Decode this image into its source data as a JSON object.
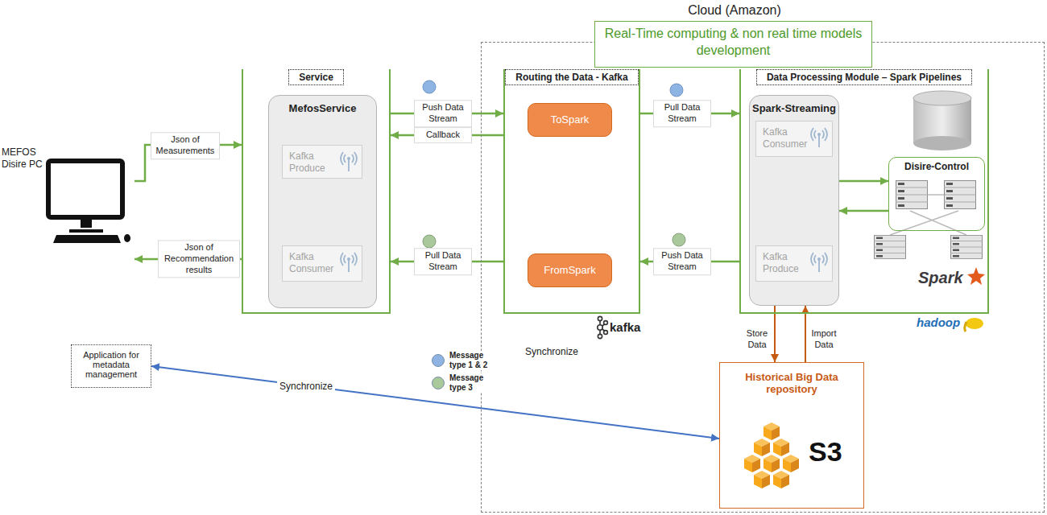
{
  "diagram": {
    "nodes": [
      {
        "text": [
          "MEFOS Disire PC"
        ]
      },
      {
        "text": [
          "Service"
        ]
      },
      {
        "text": [
          "MefosService"
        ],
        "in": 1
      },
      {
        "text": [
          "Kafka Produce"
        ],
        "in": 2
      },
      {
        "text": [
          "Kafka Consumer"
        ],
        "in": 2
      },
      {
        "text": [
          "Cloud (Amazon)"
        ]
      },
      {
        "text": [
          "Real-Time computing & non real time models development"
        ],
        "in": 5
      },
      {
        "text": [
          "Routing the Data - Kafka"
        ],
        "in": 5
      },
      {
        "text": [
          "ToSpark"
        ],
        "in": 7
      },
      {
        "text": [
          "FromSpark"
        ],
        "in": 7
      },
      {
        "text": [
          "Data Processing Module – Spark Pipelines"
        ],
        "in": 5
      },
      {
        "text": [
          "Spark-Streaming"
        ],
        "in": 10
      },
      {
        "text": [
          "Kafka Consumer"
        ],
        "in": 11
      },
      {
        "text": [
          "Kafka Produce"
        ],
        "in": 11
      },
      {
        "text": [
          "Disire-Control"
        ],
        "in": 10
      },
      {
        "text": [
          "Historical Big Data repository",
          "S3"
        ],
        "in": 5
      },
      {
        "text": [
          "Application for metadata management"
        ]
      }
    ],
    "edges": [
      {
        "from": 0,
        "to": 1,
        "label": "Json of Measurements",
        "arrow": "to"
      },
      {
        "from": 1,
        "to": 0,
        "label": "Json of Recommendation results",
        "arrow": "to"
      },
      {
        "from": 1,
        "to": 7,
        "label": "Push Data Stream",
        "arrow": "to"
      },
      {
        "from": 7,
        "to": 1,
        "label": "Callback",
        "arrow": "to"
      },
      {
        "from": 7,
        "to": 1,
        "label": "Pull Data Stream",
        "arrow": "to"
      },
      {
        "from": 7,
        "to": 10,
        "label": "Pull Data Stream",
        "arrow": "to"
      },
      {
        "from": 10,
        "to": 7,
        "label": "Push Data Stream",
        "arrow": "to"
      },
      {
        "from": 11,
        "to": 14,
        "arrow": "to"
      },
      {
        "from": 14,
        "to": 11,
        "arrow": "to"
      },
      {
        "from": 11,
        "to": 15,
        "label": "Store Data",
        "arrow": "to"
      },
      {
        "from": 15,
        "to": 11,
        "label": "Import Data",
        "arrow": "to"
      },
      {
        "from": 16,
        "to": 15,
        "label": "Synchronize",
        "arrow": "both"
      }
    ],
    "labels": [
      "Synchronize",
      "kafka",
      "Spark",
      "hadoop"
    ],
    "legend": [
      {
        "text": "Message type 1 & 2",
        "color": "#8eb4e3"
      },
      {
        "text": "Message type 3",
        "color": "#a9c89b"
      }
    ]
  }
}
